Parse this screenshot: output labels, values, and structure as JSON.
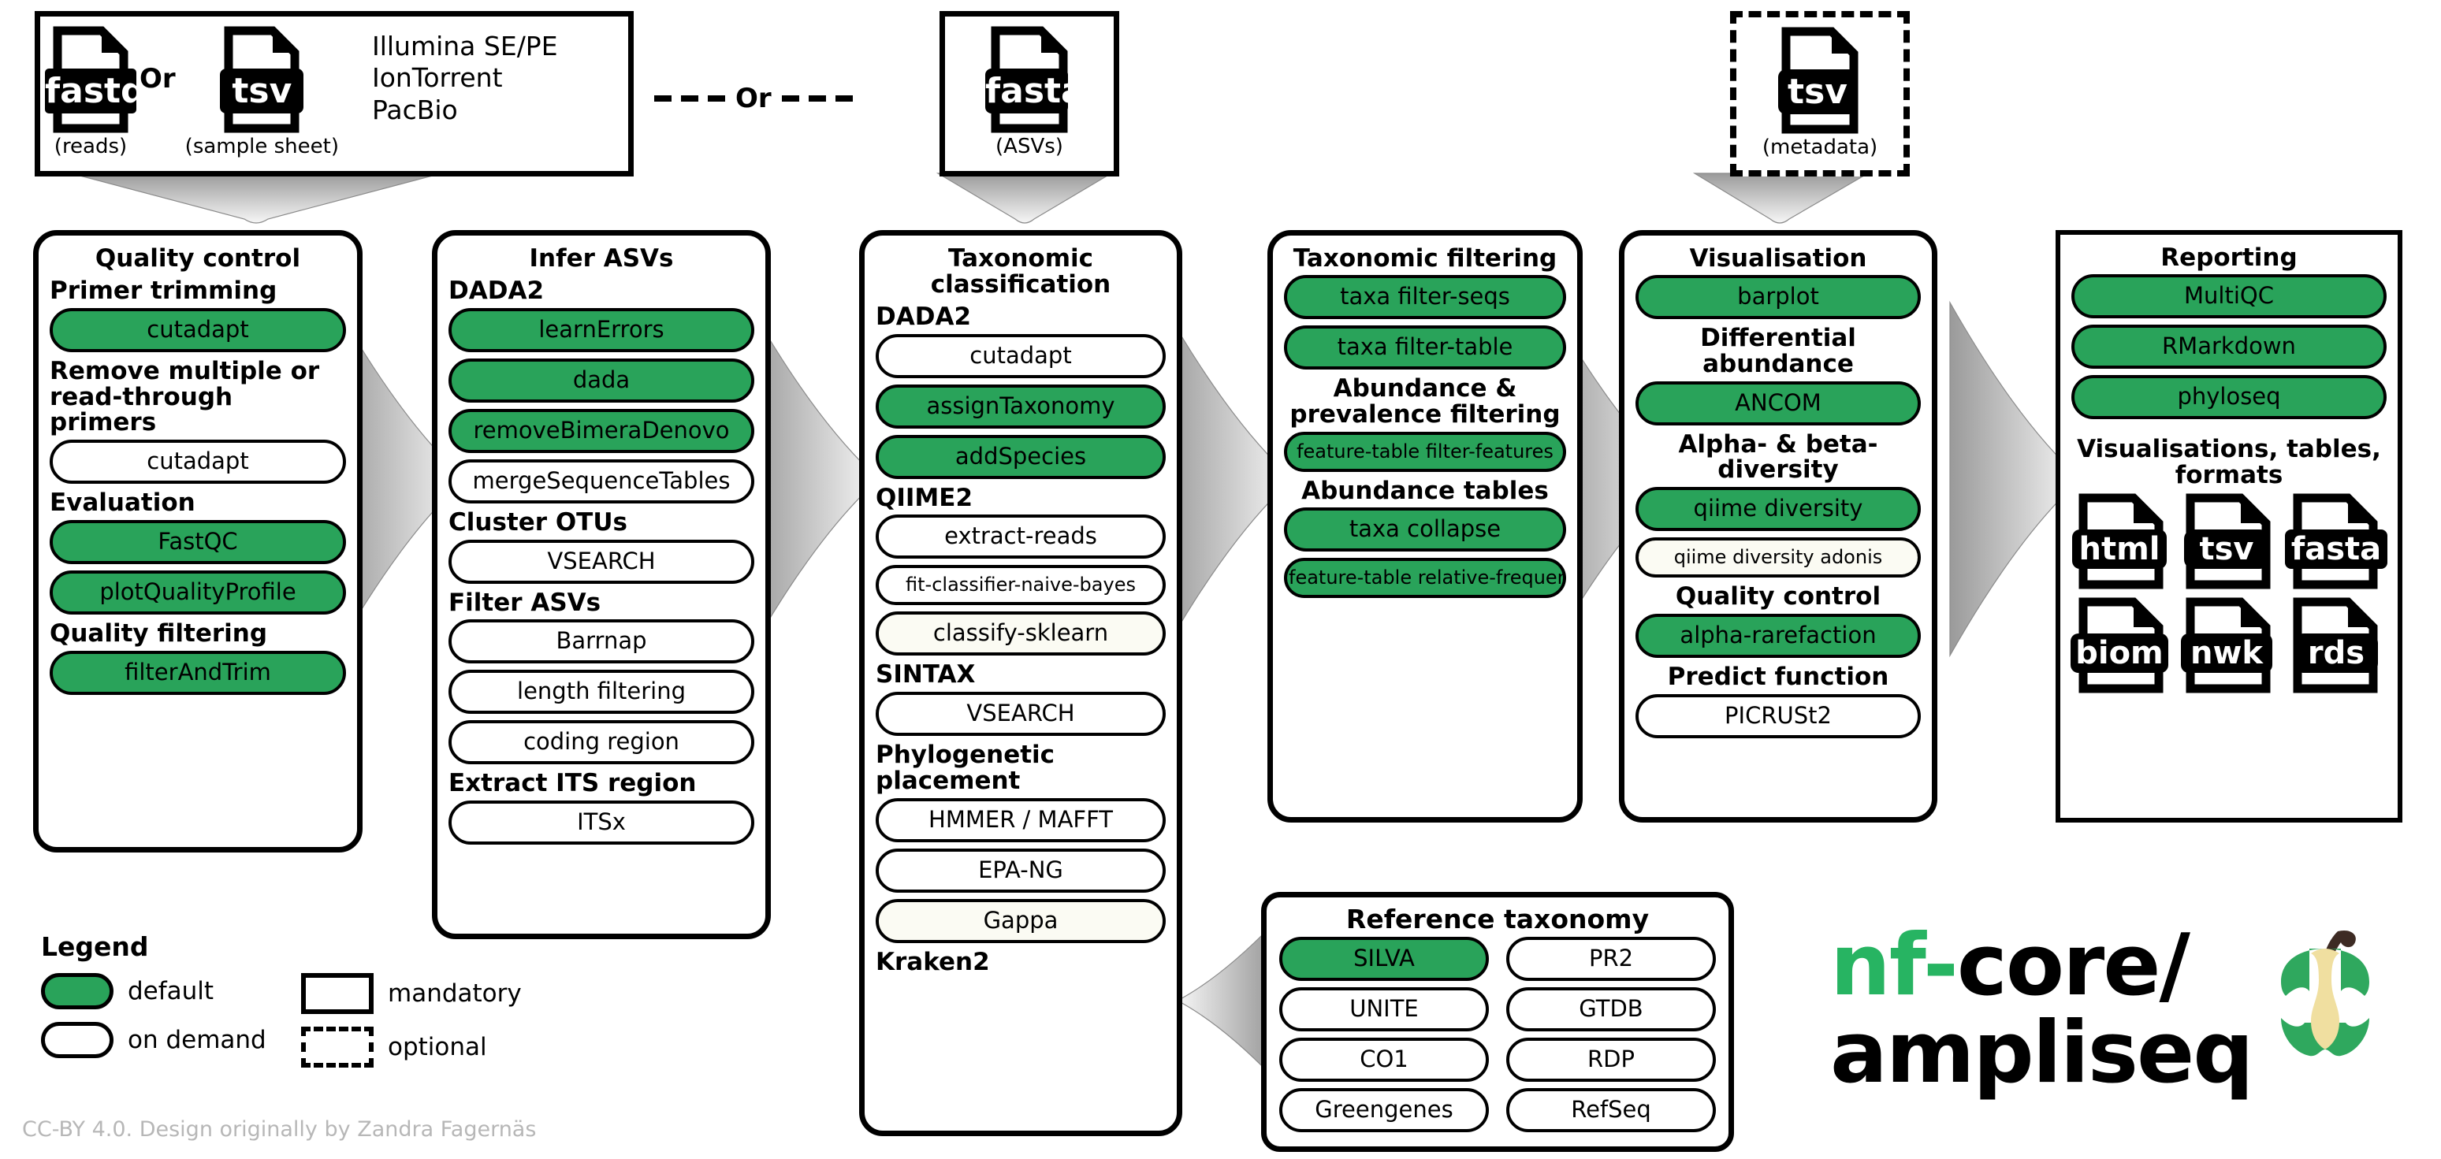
{
  "inputs": {
    "reads_box": {
      "files": [
        {
          "ext": "fastq",
          "caption": "(reads)"
        },
        {
          "ext": "tsv",
          "caption": "(sample sheet)"
        }
      ],
      "or_label": "Or",
      "platforms": [
        "Illumina SE/PE",
        "IonTorrent",
        "PacBio"
      ]
    },
    "or_separator": "Or",
    "asv_box": {
      "files": [
        {
          "ext": "fasta",
          "caption": "(ASVs)"
        }
      ]
    },
    "metadata_box": {
      "files": [
        {
          "ext": "tsv",
          "caption": "(metadata)"
        }
      ]
    }
  },
  "columns": [
    {
      "title": "Quality control",
      "groups": [
        {
          "heading": "Primer trimming",
          "items": [
            {
              "label": "cutadapt",
              "style": "green"
            }
          ]
        },
        {
          "heading": "Remove multiple or read-through primers",
          "items": [
            {
              "label": "cutadapt",
              "style": "white"
            }
          ]
        },
        {
          "heading": "Evaluation",
          "items": [
            {
              "label": "FastQC",
              "style": "green"
            },
            {
              "label": "plotQualityProfile",
              "style": "green"
            }
          ]
        },
        {
          "heading": "Quality filtering",
          "items": [
            {
              "label": "filterAndTrim",
              "style": "green"
            }
          ]
        }
      ]
    },
    {
      "title": "Infer ASVs",
      "groups": [
        {
          "heading": "DADA2",
          "items": [
            {
              "label": "learnErrors",
              "style": "green"
            },
            {
              "label": "dada",
              "style": "green"
            },
            {
              "label": "removeBimeraDenovo",
              "style": "green"
            },
            {
              "label": "mergeSequenceTables",
              "style": "white"
            }
          ]
        },
        {
          "heading": "Cluster OTUs",
          "items": [
            {
              "label": "VSEARCH",
              "style": "white"
            }
          ]
        },
        {
          "heading": "Filter ASVs",
          "items": [
            {
              "label": "Barrnap",
              "style": "white"
            },
            {
              "label": "length filtering",
              "style": "white"
            },
            {
              "label": "coding region",
              "style": "white"
            }
          ]
        },
        {
          "heading": "Extract ITS region",
          "items": [
            {
              "label": "ITSx",
              "style": "white"
            }
          ]
        }
      ]
    },
    {
      "title": "Taxonomic classification",
      "groups": [
        {
          "heading": "DADA2",
          "items": [
            {
              "label": "cutadapt",
              "style": "white"
            },
            {
              "label": "assignTaxonomy",
              "style": "green"
            },
            {
              "label": "addSpecies",
              "style": "green"
            }
          ]
        },
        {
          "heading": "QIIME2",
          "items": [
            {
              "label": "extract-reads",
              "style": "white"
            },
            {
              "label": "fit-classifier-naive-bayes",
              "style": "white",
              "small": true
            },
            {
              "label": "classify-sklearn",
              "style": "cream"
            }
          ]
        },
        {
          "heading": "SINTAX",
          "items": [
            {
              "label": "VSEARCH",
              "style": "white"
            }
          ]
        },
        {
          "heading": "Phylogenetic placement",
          "items": [
            {
              "label": "HMMER / MAFFT",
              "style": "white"
            },
            {
              "label": "EPA-NG",
              "style": "white"
            },
            {
              "label": "Gappa",
              "style": "cream"
            }
          ]
        },
        {
          "heading": "Kraken2",
          "items": []
        }
      ]
    },
    {
      "title": "Taxonomic filtering",
      "groups": [
        {
          "heading": "",
          "items": [
            {
              "label": "taxa filter-seqs",
              "style": "green"
            },
            {
              "label": "taxa filter-table",
              "style": "green"
            }
          ]
        },
        {
          "heading": "Abundance & prevalence filtering",
          "center": true,
          "items": [
            {
              "label": "feature-table filter-features",
              "style": "green",
              "small": true
            }
          ]
        },
        {
          "heading": "Abundance tables",
          "center": true,
          "items": [
            {
              "label": "taxa collapse",
              "style": "green"
            },
            {
              "label": "feature-table relative-frequency",
              "style": "green",
              "small": true
            }
          ]
        }
      ]
    },
    {
      "title": "Visualisation",
      "groups": [
        {
          "heading": "",
          "items": [
            {
              "label": "barplot",
              "style": "green"
            }
          ]
        },
        {
          "heading": "Differential abundance",
          "center": true,
          "items": [
            {
              "label": "ANCOM",
              "style": "green"
            }
          ]
        },
        {
          "heading": "Alpha- & beta- diversity",
          "center": true,
          "items": [
            {
              "label": "qiime diversity",
              "style": "green"
            },
            {
              "label": "qiime diversity adonis",
              "style": "cream",
              "small": true
            }
          ]
        },
        {
          "heading": "Quality control",
          "center": true,
          "items": [
            {
              "label": "alpha-rarefaction",
              "style": "green"
            }
          ]
        },
        {
          "heading": "Predict function",
          "center": true,
          "items": [
            {
              "label": "PICRUSt2",
              "style": "white"
            }
          ]
        }
      ]
    },
    {
      "title": "Reporting",
      "square": true,
      "groups": [
        {
          "heading": "",
          "items": [
            {
              "label": "MultiQC",
              "style": "green"
            },
            {
              "label": "RMarkdown",
              "style": "green"
            },
            {
              "label": "phyloseq",
              "style": "green"
            }
          ]
        },
        {
          "heading": "Visualisations, tables, formats",
          "center": true,
          "items": []
        }
      ],
      "formats": [
        "html",
        "tsv",
        "fasta",
        "biom",
        "nwk",
        "rds"
      ]
    }
  ],
  "reference_taxonomy": {
    "title": "Reference taxonomy",
    "left": [
      {
        "label": "SILVA",
        "style": "green"
      },
      {
        "label": "UNITE",
        "style": "white"
      },
      {
        "label": "CO1",
        "style": "white"
      },
      {
        "label": "Greengenes",
        "style": "white"
      }
    ],
    "right": [
      {
        "label": "PR2",
        "style": "white"
      },
      {
        "label": "GTDB",
        "style": "white"
      },
      {
        "label": "RDP",
        "style": "white"
      },
      {
        "label": "RefSeq",
        "style": "white"
      }
    ]
  },
  "legend": {
    "title": "Legend",
    "entries": [
      {
        "shape": "pill-green",
        "label": "default"
      },
      {
        "shape": "rect-solid",
        "label": "mandatory"
      },
      {
        "shape": "pill-white",
        "label": "on demand"
      },
      {
        "shape": "rect-dashed",
        "label": "optional"
      }
    ]
  },
  "logo": {
    "prefix": "nf-",
    "core": "core/",
    "name": "ampliseq"
  },
  "footer": "CC-BY 4.0. Design originally by Zandra Fagernäs",
  "colors": {
    "green": "#29A35A",
    "black": "#000000",
    "logo_green": "#27B462",
    "footer_gray": "#b7b7b7",
    "apple_core": "#F0DFA0",
    "apple_stem": "#3D2B24"
  }
}
